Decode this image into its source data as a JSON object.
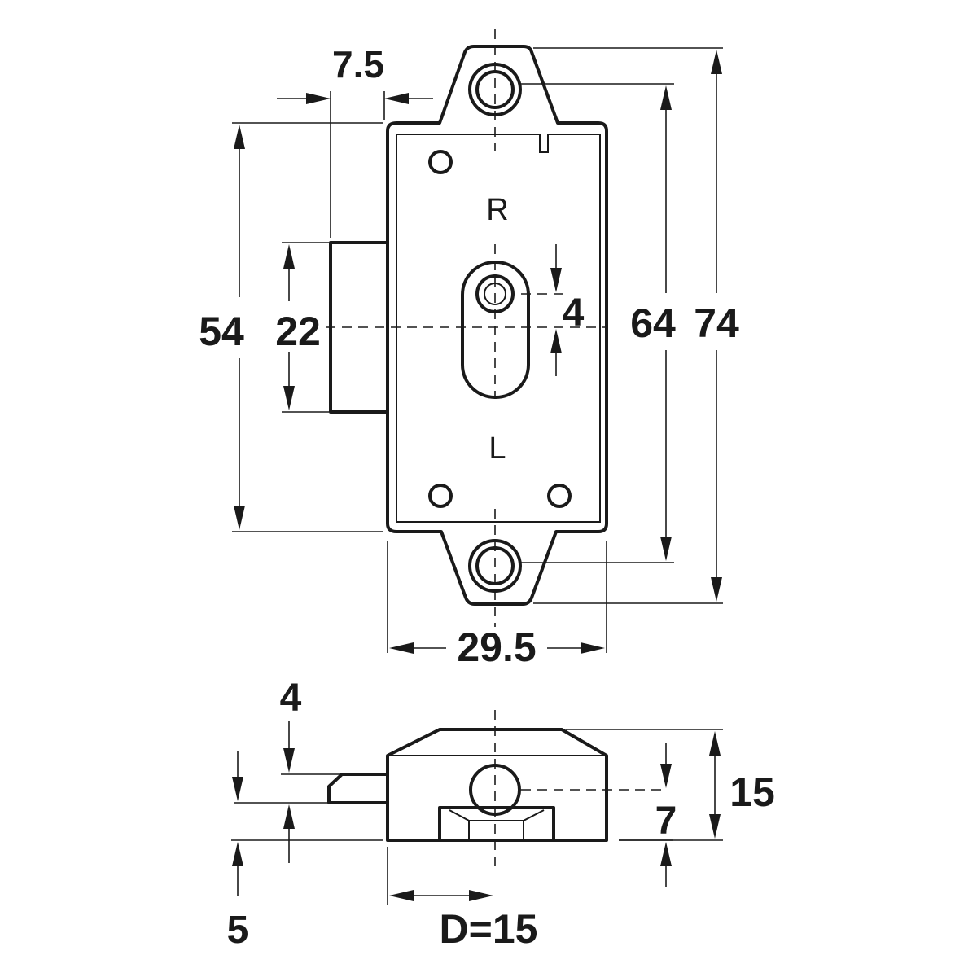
{
  "drawing": {
    "labels": {
      "right_mark": "R",
      "left_mark": "L"
    },
    "dimensions": {
      "bolt_offset": "7.5",
      "case_height": "54",
      "bolt_height": "22",
      "slot_offset": "4",
      "screw_centers": "64",
      "overall_height": "74",
      "case_width": "29.5",
      "bolt_throw": "4",
      "bolt_base": "5",
      "backset": "D=15",
      "key_height": "7",
      "depth": "15"
    },
    "colors": {
      "line": "#1a1a1a",
      "background": "#ffffff"
    }
  }
}
